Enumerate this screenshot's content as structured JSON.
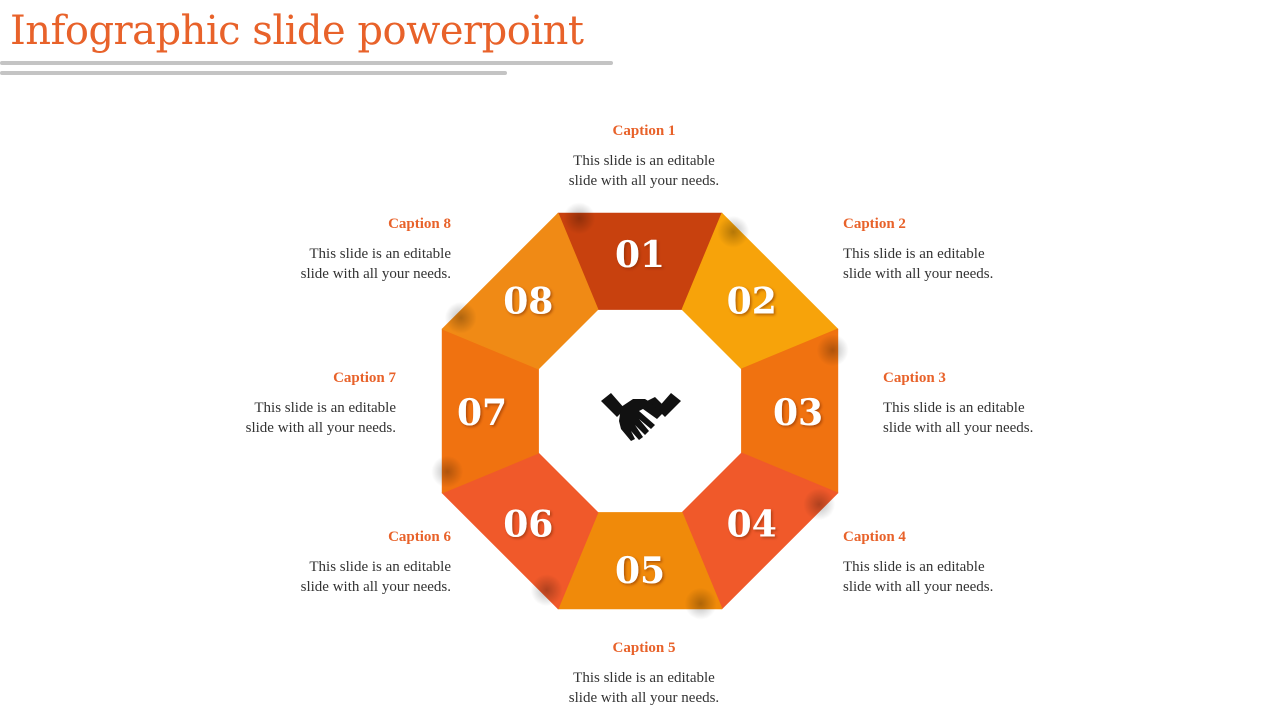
{
  "title": "Infographic slide powerpoint",
  "segments": [
    {
      "number": "01",
      "color": "#C8410E"
    },
    {
      "number": "02",
      "color": "#F7A30A"
    },
    {
      "number": "03",
      "color": "#F07210"
    },
    {
      "number": "04",
      "color": "#F0592A"
    },
    {
      "number": "05",
      "color": "#F08A0A"
    },
    {
      "number": "06",
      "color": "#F0592A"
    },
    {
      "number": "07",
      "color": "#F07210"
    },
    {
      "number": "08",
      "color": "#F08A15"
    }
  ],
  "captions": [
    {
      "title": "Caption 1",
      "text_line1": "This slide is an editable",
      "text_line2": "slide with all your needs."
    },
    {
      "title": "Caption 2",
      "text_line1": "This slide is an editable",
      "text_line2": "slide with all your needs."
    },
    {
      "title": "Caption 3",
      "text_line1": "This slide is an editable",
      "text_line2": "slide with all your needs."
    },
    {
      "title": "Caption 4",
      "text_line1": "This slide is an editable",
      "text_line2": "slide with all your needs."
    },
    {
      "title": "Caption 5",
      "text_line1": "This slide is an editable",
      "text_line2": "slide with all your needs."
    },
    {
      "title": "Caption 6",
      "text_line1": "This slide is an editable",
      "text_line2": "slide with all your needs."
    },
    {
      "title": "Caption 7",
      "text_line1": "This slide is an editable",
      "text_line2": "slide with all your needs."
    },
    {
      "title": "Caption 8",
      "text_line1": "This slide is an editable",
      "text_line2": "slide with all your needs."
    }
  ],
  "center_icon": "handshake-icon",
  "accent_color": "#E8622A"
}
